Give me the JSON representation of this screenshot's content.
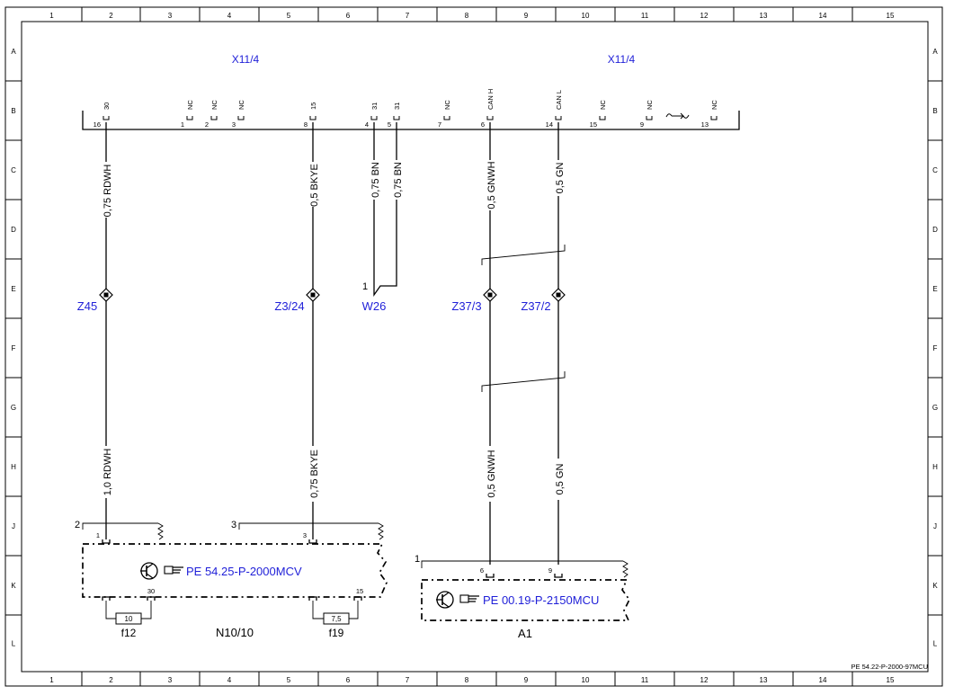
{
  "frame": {
    "col_labels": [
      "1",
      "2",
      "3",
      "4",
      "5",
      "6",
      "7",
      "8",
      "9",
      "10",
      "11",
      "12",
      "13",
      "14",
      "15"
    ],
    "row_labels": [
      "A",
      "B",
      "C",
      "D",
      "E",
      "F",
      "G",
      "H",
      "J",
      "K",
      "L"
    ],
    "doc_ref": "PE 54.22-P-2000-97MCU"
  },
  "connectors": {
    "left_name": "X11/4",
    "right_name": "X11/4"
  },
  "pins": [
    {
      "num": "16",
      "sig": "30"
    },
    {
      "num": "1",
      "sig": "NC"
    },
    {
      "num": "2",
      "sig": "NC"
    },
    {
      "num": "3",
      "sig": "NC"
    },
    {
      "num": "8",
      "sig": "15"
    },
    {
      "num": "4",
      "sig": "31"
    },
    {
      "num": "5",
      "sig": "31"
    },
    {
      "num": "7",
      "sig": "NC"
    },
    {
      "num": "6",
      "sig": "CAN H"
    },
    {
      "num": "14",
      "sig": "CAN L"
    },
    {
      "num": "15",
      "sig": "NC"
    },
    {
      "num": "9",
      "sig": "NC"
    },
    {
      "num": "13",
      "sig": "NC"
    }
  ],
  "wires_upper": [
    "0,75 RDWH",
    "0,5 BKYE",
    "0,75 BN",
    "0,75 BN",
    "0,5 GNWH",
    "0,5 GN"
  ],
  "wires_lower": [
    "1,0 RDWH",
    "0,75 BKYE",
    "0,5 GNWH",
    "0,5 GN"
  ],
  "splices": [
    "Z45",
    "Z3/24",
    "W26",
    "Z37/3",
    "Z37/2"
  ],
  "ground_pin": "1",
  "modules": {
    "n10": {
      "name": "N10/10",
      "ref": "PE 54.25-P-2000MCV",
      "conn_a": "2",
      "conn_b": "3",
      "pin_a": "1",
      "pin_b": "3",
      "pin_c": "30",
      "pin_d": "15"
    },
    "a1": {
      "name": "A1",
      "ref": "PE 00.19-P-2150MCU",
      "conn": "1",
      "pin_a": "6",
      "pin_b": "9"
    }
  },
  "fuses": [
    {
      "name": "f12",
      "rating": "10"
    },
    {
      "name": "f19",
      "rating": "7,5"
    }
  ]
}
